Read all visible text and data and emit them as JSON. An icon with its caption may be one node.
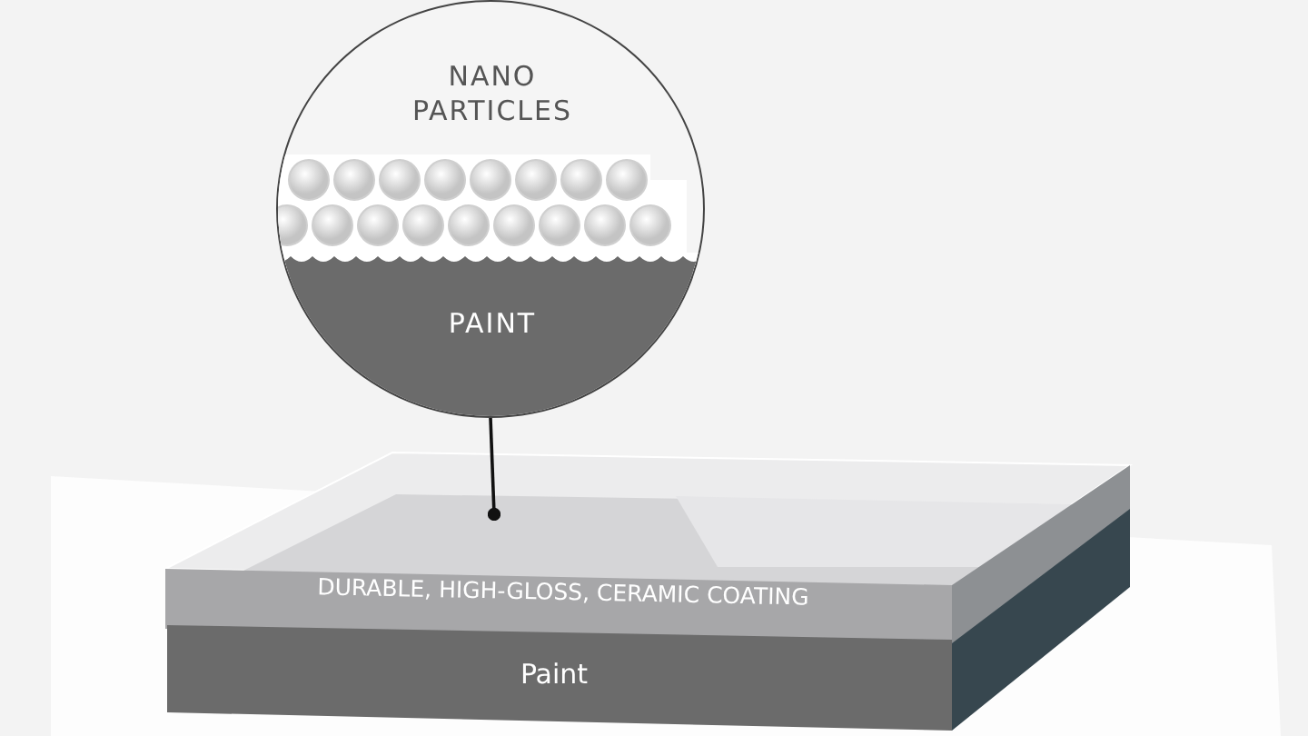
{
  "diagram": {
    "nodes": [
      {
        "text": [
          "NANO PARTICLES",
          "PAINT"
        ]
      },
      {
        "text": [
          "DURABLE, HIGH-GLOSS, CERAMIC COATING"
        ]
      },
      {
        "text": [
          "Paint"
        ]
      }
    ],
    "edges": [
      {
        "from": 0,
        "to": 1,
        "arrow": "other"
      }
    ]
  }
}
